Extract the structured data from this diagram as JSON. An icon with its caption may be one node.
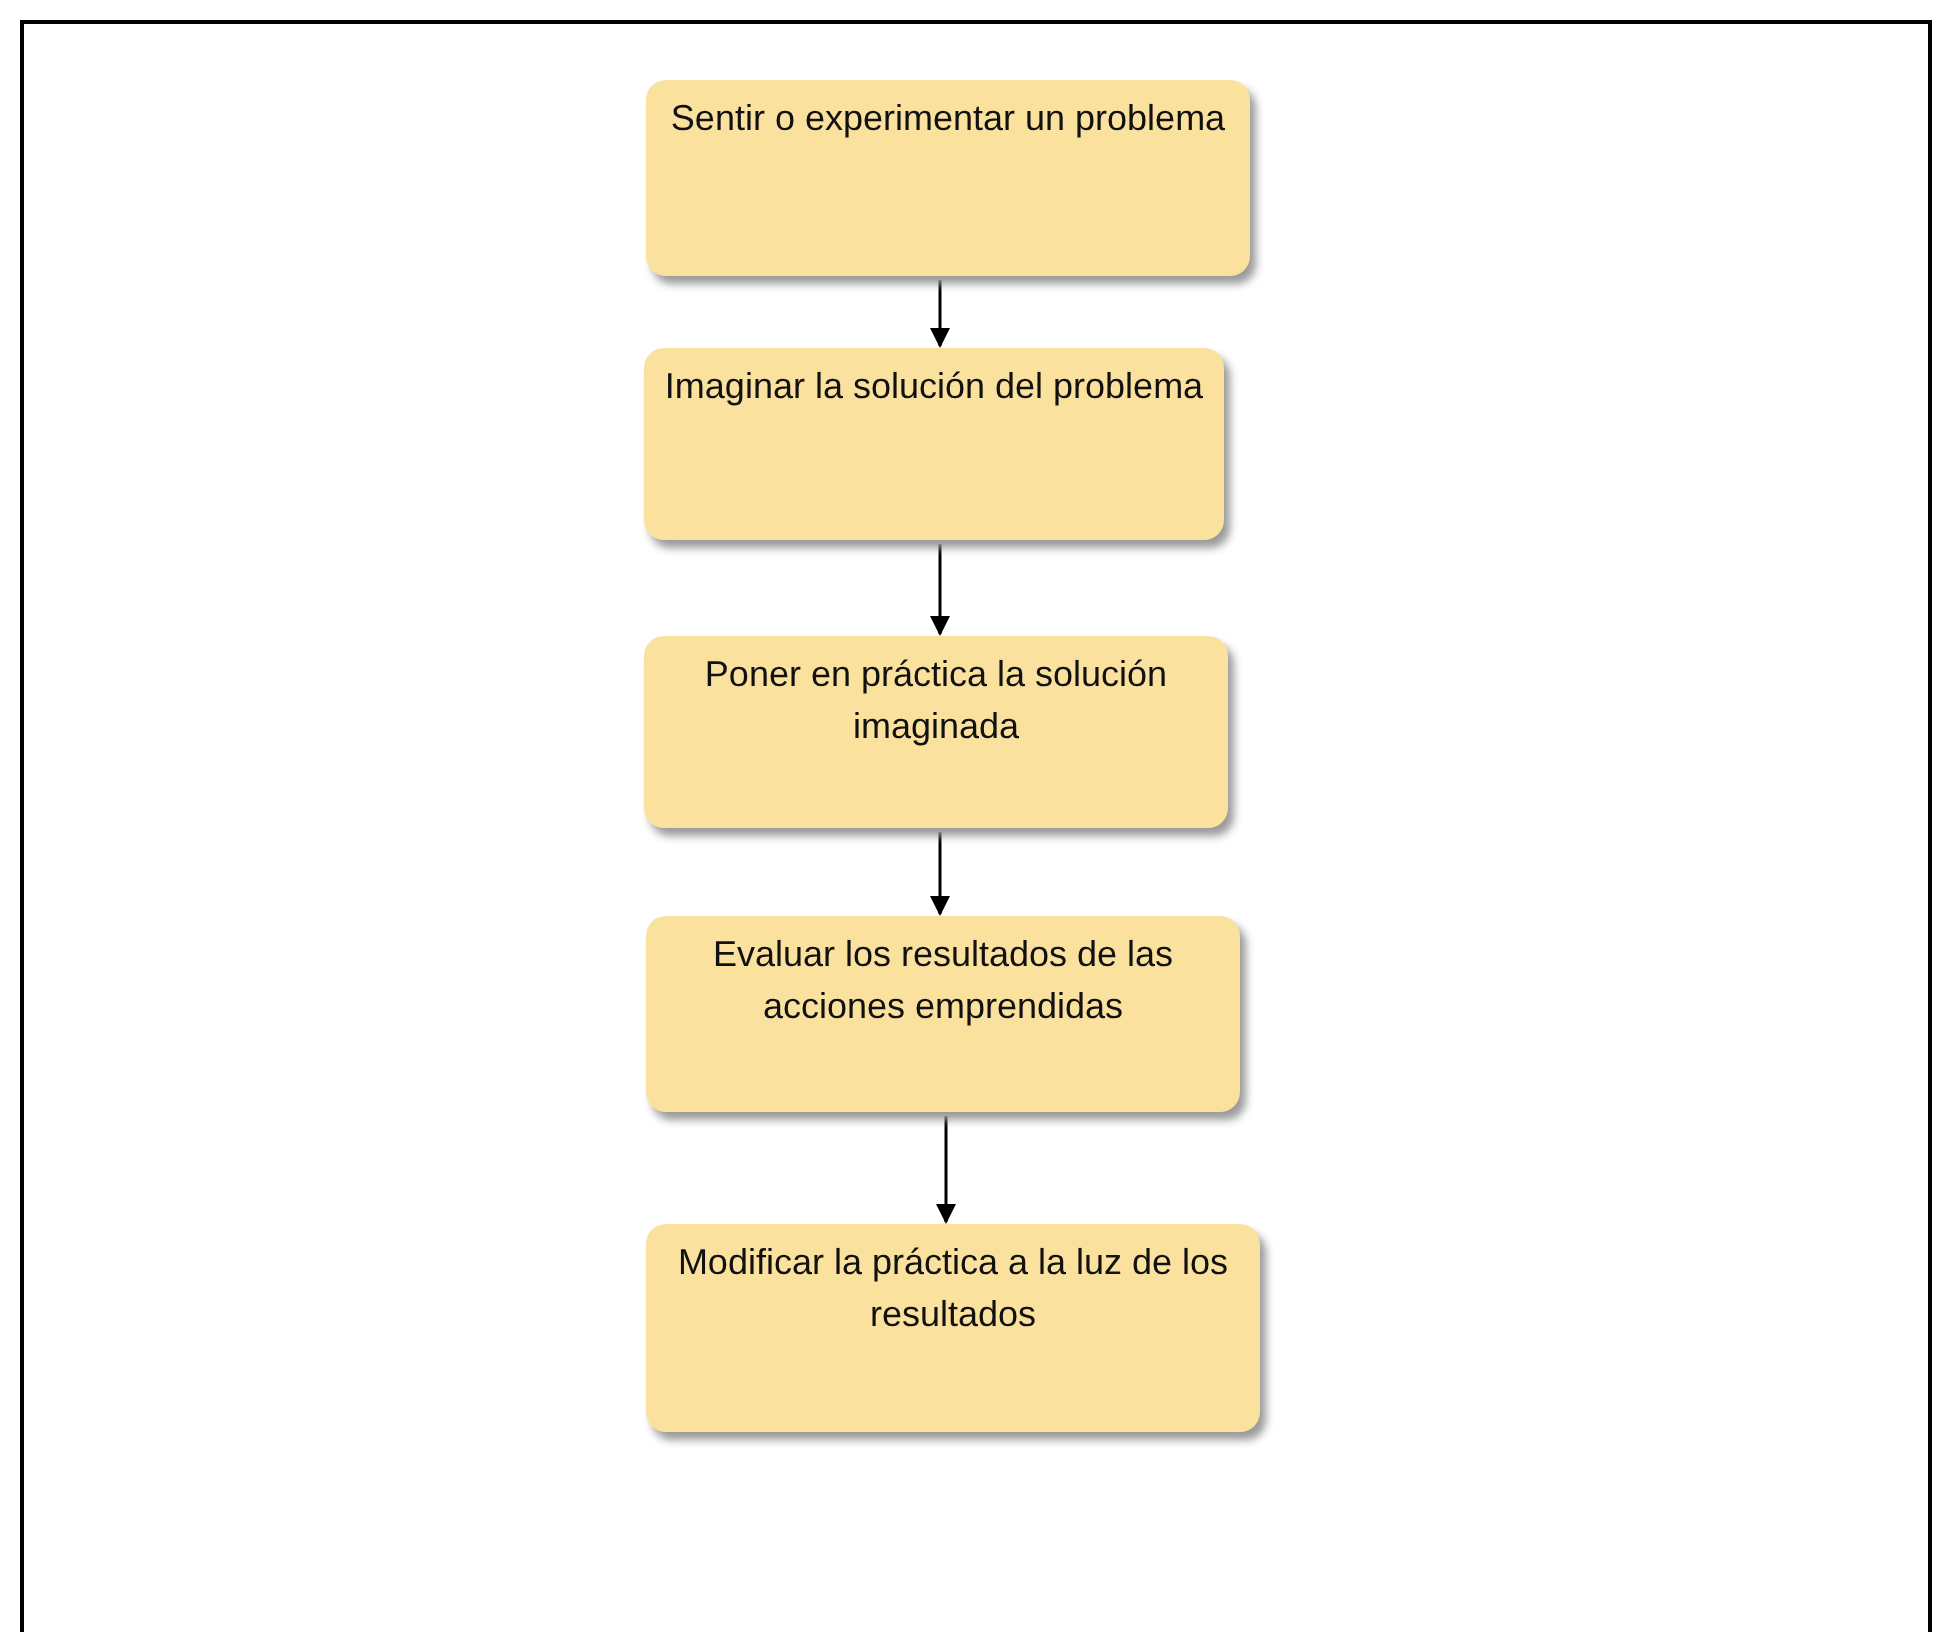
{
  "diagram": {
    "nodes": [
      {
        "text": [
          "Sentir o experimentar un problema"
        ]
      },
      {
        "text": [
          "Imaginar la solución del problema"
        ]
      },
      {
        "text": [
          "Poner en práctica la solución imaginada"
        ]
      },
      {
        "text": [
          "Evaluar los resultados de las acciones emprendidas"
        ]
      },
      {
        "text": [
          "Modificar la práctica a la luz de los resultados"
        ]
      }
    ],
    "edges": [
      {
        "from": 0,
        "to": 1,
        "arrow": "to"
      },
      {
        "from": 1,
        "to": 2,
        "arrow": "to"
      },
      {
        "from": 2,
        "to": 3,
        "arrow": "to"
      },
      {
        "from": 3,
        "to": 4,
        "arrow": "to"
      }
    ]
  }
}
